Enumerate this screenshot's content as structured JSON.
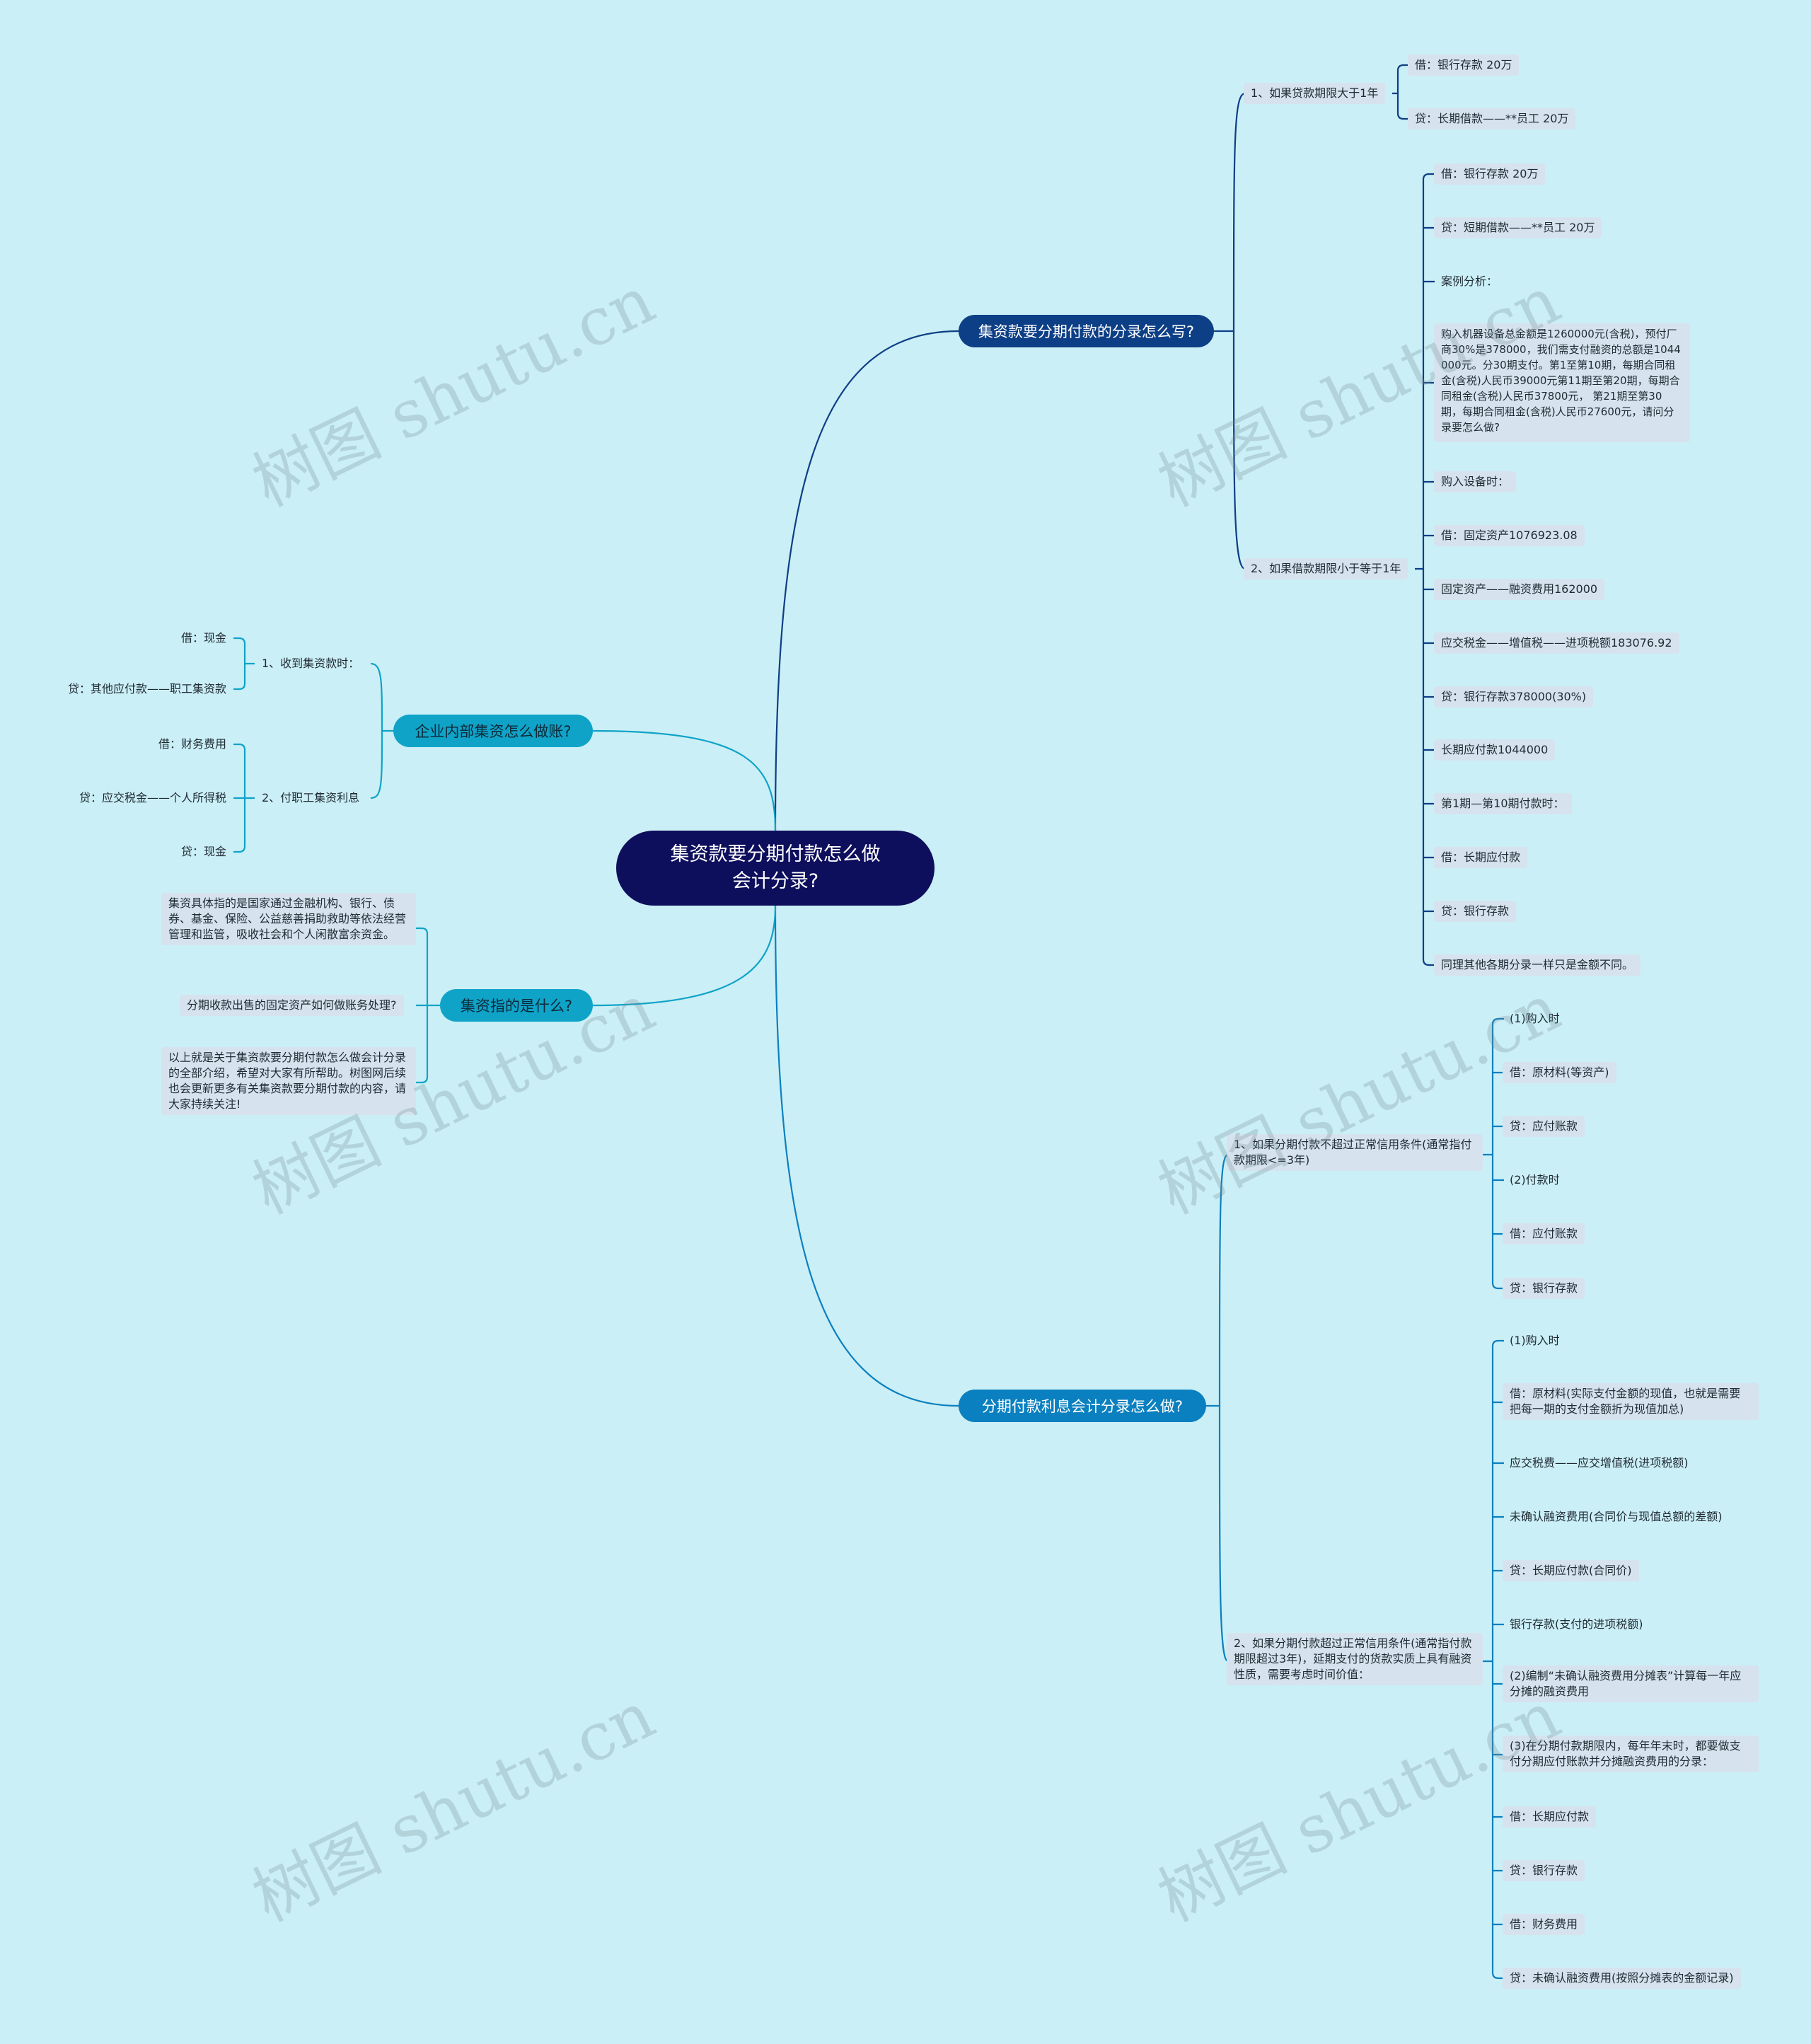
{
  "root": {
    "line1": "集资款要分期付款怎么做",
    "line2": "会计分录?"
  },
  "branches": {
    "b1": {
      "label": "集资款要分期付款的分录怎么写?",
      "sub1": {
        "label": "1、如果贷款期限大于1年",
        "items": [
          "借：银行存款 20万",
          "贷：长期借款——**员工 20万"
        ]
      },
      "sub2": {
        "label": "2、如果借款期限小于等于1年",
        "items": [
          "借：银行存款 20万",
          "贷：短期借款——**员工 20万",
          "案例分析：",
          "购入机器设备总金额是1260000元(含税)，预付厂商30%是378000，我们需支付融资的总额是1044000元。分30期支付。第1至第10期，每期合同租金(含税)人民币39000元第11期至第20期，每期合同租金(含税)人民币37800元， 第21期至第30期，每期合同租金(含税)人民币27600元，请问分录要怎么做?",
          "购入设备时：",
          "借：固定资产1076923.08",
          "固定资产——融资费用162000",
          "应交税金——增值税——进项税额183076.92",
          "贷：银行存款378000(30%)",
          "长期应付款1044000",
          "第1期—第10期付款时：",
          "借：长期应付款",
          "贷：银行存款",
          "同理其他各期分录一样只是金额不同。"
        ]
      }
    },
    "b2": {
      "label": "分期付款利息会计分录怎么做?",
      "sub1": {
        "label": "1、如果分期付款不超过正常信用条件(通常指付款期限<=3年)",
        "items": [
          "(1)购入时",
          "借：原材料(等资产)",
          "贷：应付账款",
          "(2)付款时",
          "借：应付账款",
          "贷：银行存款"
        ]
      },
      "sub2": {
        "label": "2、如果分期付款超过正常信用条件(通常指付款期限超过3年)，延期支付的货款实质上具有融资性质，需要考虑时间价值：",
        "items": [
          "(1)购入时",
          "借：原材料(实际支付金额的现值，也就是需要把每一期的支付金额折为现值加总)",
          "应交税费——应交增值税(进项税额)",
          "未确认融资费用(合同价与现值总额的差额)",
          "贷：长期应付款(合同价)",
          "银行存款(支付的进项税额)",
          "(2)编制“未确认融资费用分摊表”计算每一年应分摊的融资费用",
          "(3)在分期付款期限内，每年年末时，都要做支付分期应付账款并分摊融资费用的分录：",
          "借：长期应付款",
          "贷：银行存款",
          "借：财务费用",
          "贷：未确认融资费用(按照分摊表的金额记录)"
        ]
      }
    },
    "b3": {
      "label": "企业内部集资怎么做账?",
      "sub1": {
        "label": "1、收到集资款时：",
        "items": [
          "借：现金",
          "贷：其他应付款——职工集资款"
        ]
      },
      "sub2": {
        "label": "2、付职工集资利息",
        "items": [
          "借：财务费用",
          "贷：应交税金——个人所得税",
          "贷：现金"
        ]
      }
    },
    "b4": {
      "label": "集资指的是什么?",
      "items": [
        "集资具体指的是国家通过金融机构、银行、债券、基金、保险、公益慈善捐助救助等依法经营管理和监管，吸收社会和个人闲散富余资金。",
        "分期收款出售的固定资产如何做账务处理?",
        "以上就是关于集资款要分期付款怎么做会计分录的全部介绍，希望对大家有所帮助。树图网后续也会更新更多有关集资款要分期付款的内容，请大家持续关注!"
      ]
    }
  },
  "watermark": "树图 shutu.cn",
  "colors": {
    "background": "#cbeff6",
    "root": "#0d0f5c",
    "branch_dark": "#0d3f86",
    "branch_teal": "#0fa3c8",
    "branch_blue": "#0b80c0",
    "leaf_bg": "#d6e3ee"
  }
}
